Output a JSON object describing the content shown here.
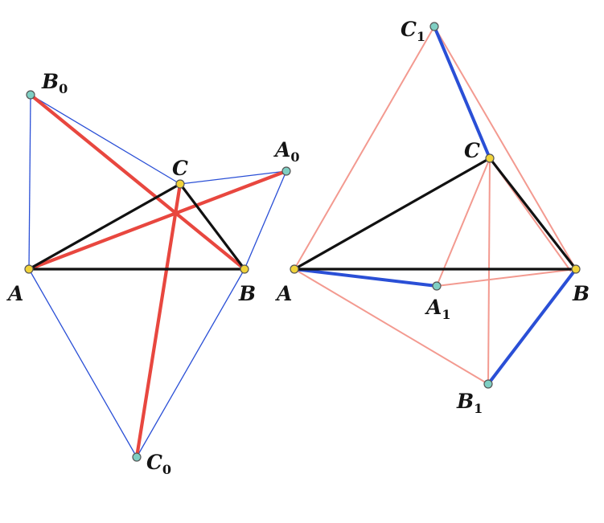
{
  "figure_left": {
    "labels": {
      "A": "A",
      "B": "B",
      "C": "C",
      "A0": {
        "letter": "A",
        "sub": "0"
      },
      "B0": {
        "letter": "B",
        "sub": "0"
      },
      "C0": {
        "letter": "C",
        "sub": "0"
      }
    }
  },
  "figure_right": {
    "labels": {
      "A": "A",
      "B": "B",
      "C": "C",
      "A1": {
        "letter": "A",
        "sub": "1"
      },
      "B1": {
        "letter": "B",
        "sub": "1"
      },
      "C1": {
        "letter": "C",
        "sub": "1"
      }
    }
  },
  "colors": {
    "triangle": "#111111",
    "construction_blue": "#2a4fd6",
    "red": "#e8473f",
    "light_red": "#f39a90",
    "point_yellow": "#f1d33a",
    "point_teal": "#7fcfc3"
  }
}
